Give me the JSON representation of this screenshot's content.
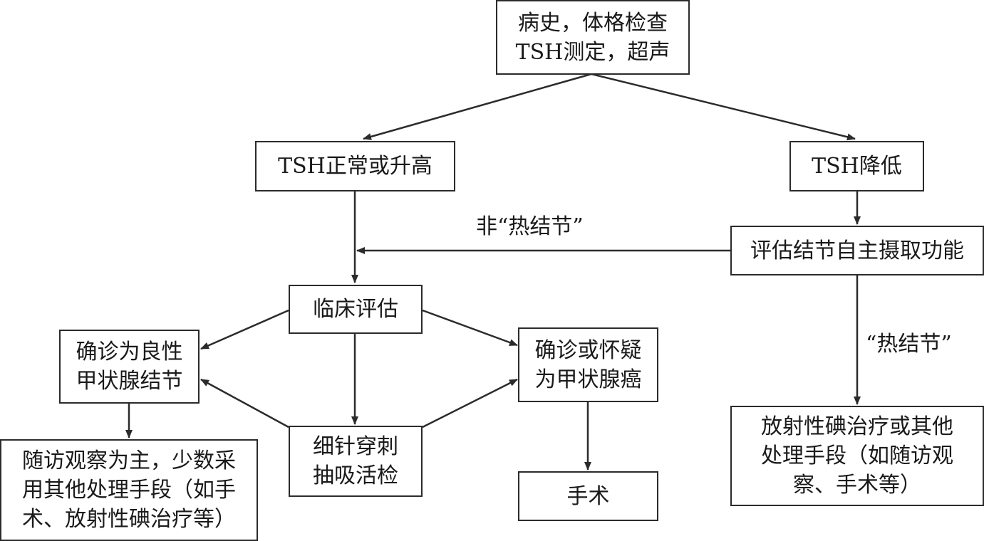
{
  "nodes": {
    "start": {
      "lines": [
        "病史，体格检查",
        "TSH测定，超声"
      ]
    },
    "tsh_normal": {
      "lines": [
        "TSH正常或升高"
      ]
    },
    "tsh_low": {
      "lines": [
        "TSH降低"
      ]
    },
    "assess_uptake": {
      "lines": [
        "评估结节自主摄取功能"
      ]
    },
    "clinical": {
      "lines": [
        "临床评估"
      ]
    },
    "benign": {
      "lines": [
        "确诊为良性",
        "甲状腺结节"
      ]
    },
    "cancer": {
      "lines": [
        "确诊或怀疑",
        "为甲状腺癌"
      ]
    },
    "fna": {
      "lines": [
        "细针穿刺",
        "抽吸活检"
      ]
    },
    "surgery": {
      "lines": [
        "手术"
      ]
    },
    "followup": {
      "lines": [
        "随访观察为主，少数采",
        "用其他处理手段（如手",
        "术、放射性碘治疗等）"
      ]
    },
    "radioiodine": {
      "lines": [
        "放射性碘治疗或其他",
        "处理手段（如随访观",
        "察、手术等）"
      ]
    }
  },
  "edge_labels": {
    "not_hot": "非“热结节”",
    "hot": "“热结节”"
  },
  "colors": {
    "stroke": "#2b2b2b",
    "text": "#1a1a1a",
    "background": "#ffffff"
  }
}
